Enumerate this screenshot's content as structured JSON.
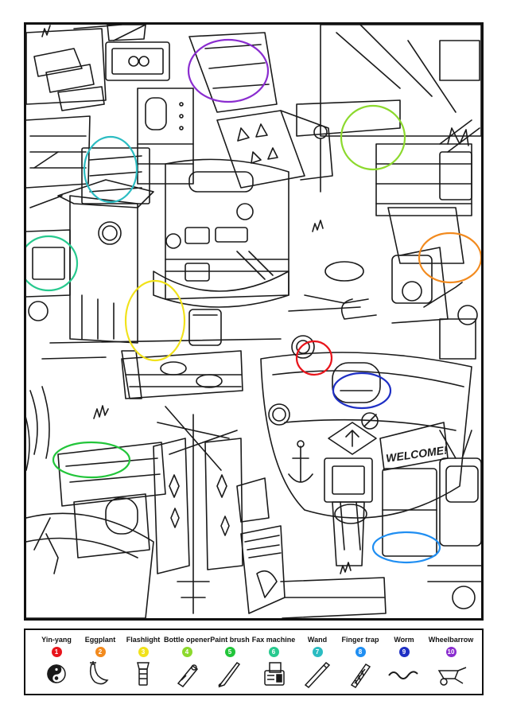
{
  "scene": {
    "sign_text": "WELCOME!"
  },
  "legend": {
    "items": [
      {
        "name": "Yin-yang",
        "number": "1",
        "color": "#e8141b",
        "icon": "yin-yang-icon"
      },
      {
        "name": "Eggplant",
        "number": "2",
        "color": "#f28a1e",
        "icon": "eggplant-icon"
      },
      {
        "name": "Flashlight",
        "number": "3",
        "color": "#f1e21a",
        "icon": "flashlight-icon"
      },
      {
        "name": "Bottle opener",
        "number": "4",
        "color": "#8cd92d",
        "icon": "bottle-opener-icon"
      },
      {
        "name": "Paint brush",
        "number": "5",
        "color": "#22c53a",
        "icon": "paint-brush-icon"
      },
      {
        "name": "Fax machine",
        "number": "6",
        "color": "#27c98e",
        "icon": "fax-machine-icon"
      },
      {
        "name": "Wand",
        "number": "7",
        "color": "#2bbcc2",
        "icon": "wand-icon"
      },
      {
        "name": "Finger trap",
        "number": "8",
        "color": "#1f8ef2",
        "icon": "finger-trap-icon"
      },
      {
        "name": "Worm",
        "number": "9",
        "color": "#1e2fc4",
        "icon": "worm-icon"
      },
      {
        "name": "Wheelbarrow",
        "number": "10",
        "color": "#8a2ccf",
        "icon": "wheelbarrow-icon"
      }
    ]
  }
}
